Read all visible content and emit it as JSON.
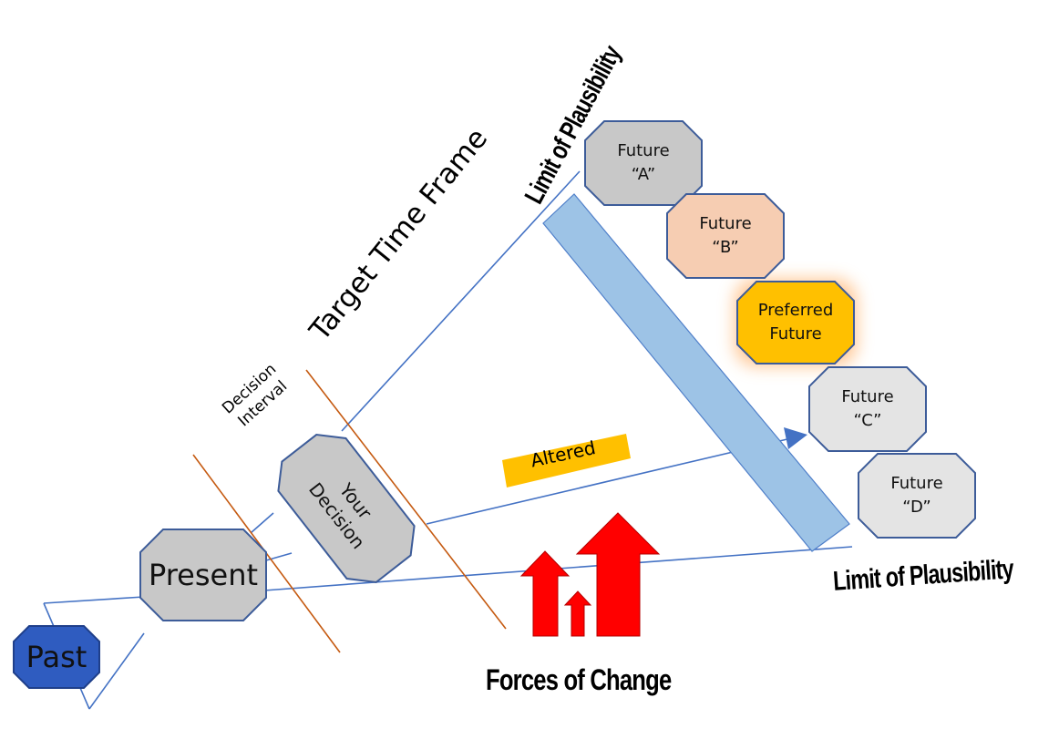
{
  "labels": {
    "target_time_frame": "Target Time Frame",
    "decision_interval": "Decision\nInterval",
    "limit_top": "Limit of Plausibility",
    "limit_right": "Limit of Plausibility",
    "forces_of_change": "Forces of Change",
    "altered": "Altered"
  },
  "nodes": {
    "past": "Past",
    "present": "Present",
    "your_decision": "Your\nDecision",
    "future_a": "Future\n“A”",
    "future_b": "Future\n“B”",
    "preferred_future": "Preferred\nFuture",
    "future_c": "Future\n“C”",
    "future_d": "Future\n“D”"
  },
  "colors": {
    "line_blue": "#4472c4",
    "band_blue": "#9dc3e6",
    "interval_orange": "#c55a11",
    "altered_fill": "#ffc000",
    "force_red": "#ff0000",
    "past_blue": "#2f5cc0",
    "gray_node": "#c8c8c8",
    "light_gray_node": "#e4e4e4",
    "peach_node": "#f6cdb2",
    "gold_node": "#ffc000"
  }
}
